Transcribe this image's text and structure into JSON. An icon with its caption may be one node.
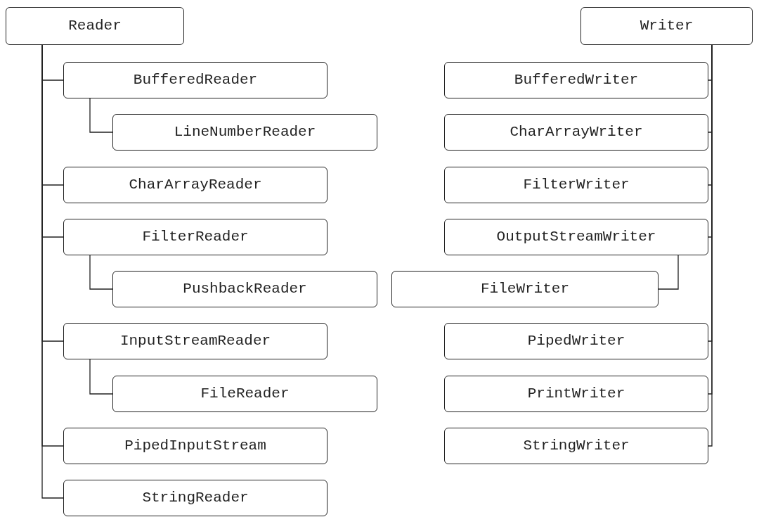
{
  "diagram": {
    "nodes": [
      {
        "text": [
          "Reader"
        ]
      },
      {
        "text": [
          "BufferedReader"
        ]
      },
      {
        "text": [
          "LineNumberReader"
        ]
      },
      {
        "text": [
          "CharArrayReader"
        ]
      },
      {
        "text": [
          "FilterReader"
        ]
      },
      {
        "text": [
          "PushbackReader"
        ]
      },
      {
        "text": [
          "InputStreamReader"
        ]
      },
      {
        "text": [
          "FileReader"
        ]
      },
      {
        "text": [
          "PipedInputStream"
        ]
      },
      {
        "text": [
          "StringReader"
        ]
      },
      {
        "text": [
          "Writer"
        ]
      },
      {
        "text": [
          "BufferedWriter"
        ]
      },
      {
        "text": [
          "CharArrayWriter"
        ]
      },
      {
        "text": [
          "FilterWriter"
        ]
      },
      {
        "text": [
          "OutputStreamWriter"
        ]
      },
      {
        "text": [
          "FileWriter"
        ]
      },
      {
        "text": [
          "PipedWriter"
        ]
      },
      {
        "text": [
          "PrintWriter"
        ]
      },
      {
        "text": [
          "StringWriter"
        ]
      }
    ],
    "edges": [
      {
        "from": 0,
        "to": 1,
        "arrow": "none"
      },
      {
        "from": 1,
        "to": 2,
        "arrow": "none"
      },
      {
        "from": 0,
        "to": 3,
        "arrow": "none"
      },
      {
        "from": 0,
        "to": 4,
        "arrow": "none"
      },
      {
        "from": 4,
        "to": 5,
        "arrow": "none"
      },
      {
        "from": 0,
        "to": 6,
        "arrow": "none"
      },
      {
        "from": 6,
        "to": 7,
        "arrow": "none"
      },
      {
        "from": 0,
        "to": 8,
        "arrow": "none"
      },
      {
        "from": 0,
        "to": 9,
        "arrow": "none"
      },
      {
        "from": 10,
        "to": 11,
        "arrow": "none"
      },
      {
        "from": 10,
        "to": 12,
        "arrow": "none"
      },
      {
        "from": 10,
        "to": 13,
        "arrow": "none"
      },
      {
        "from": 10,
        "to": 14,
        "arrow": "none"
      },
      {
        "from": 14,
        "to": 15,
        "arrow": "none"
      },
      {
        "from": 10,
        "to": 16,
        "arrow": "none"
      },
      {
        "from": 10,
        "to": 17,
        "arrow": "none"
      },
      {
        "from": 10,
        "to": 18,
        "arrow": "none"
      }
    ]
  }
}
